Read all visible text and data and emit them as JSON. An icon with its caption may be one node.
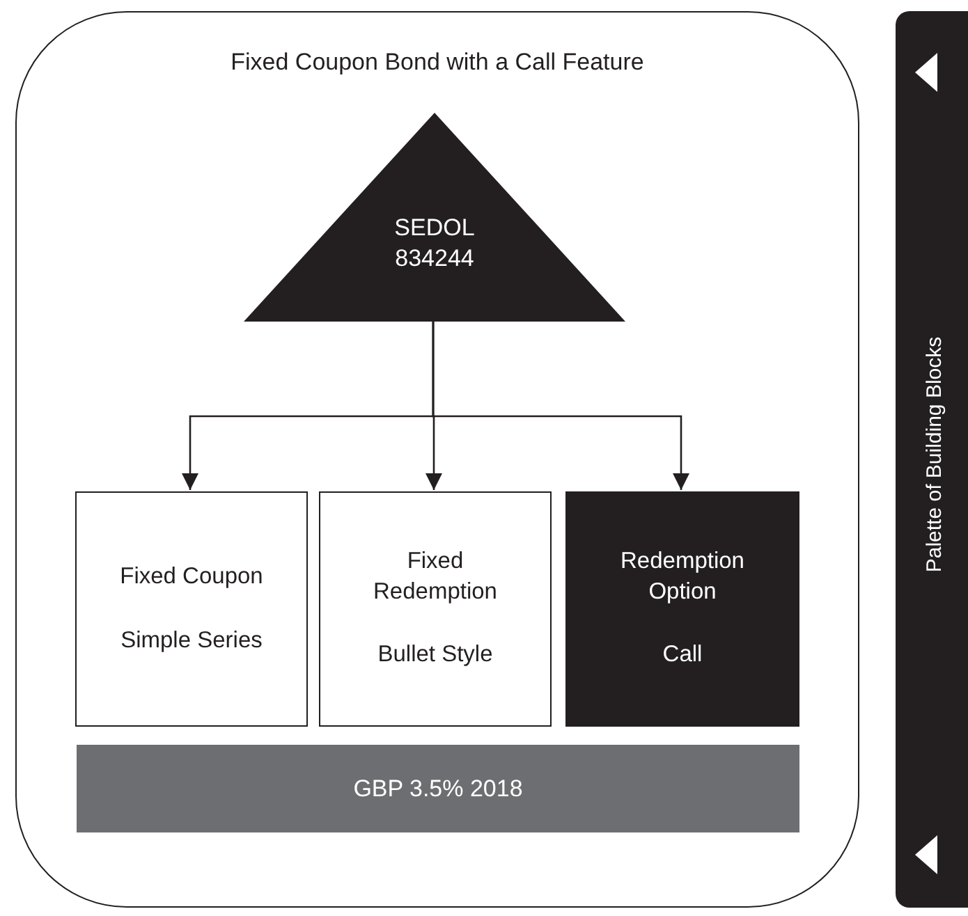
{
  "diagram": {
    "nodes": [
      {
        "text": [
          "Fixed Coupon Bond with a Call Feature"
        ]
      },
      {
        "text": [
          "SEDOL 834244"
        ],
        "in": 0
      },
      {
        "text": [
          "Fixed Coupon",
          "Simple Series"
        ],
        "in": 0
      },
      {
        "text": [
          "Fixed Redemption",
          "Bullet Style"
        ],
        "in": 0
      },
      {
        "text": [
          "Redemption Option",
          "Call"
        ],
        "in": 0
      },
      {
        "text": [
          "GBP 3.5% 2018"
        ],
        "in": 0
      },
      {
        "text": [
          "Palette of Building Blocks"
        ]
      }
    ],
    "edges": [
      {
        "from": 1,
        "to": 2,
        "arrow": "to"
      },
      {
        "from": 1,
        "to": 3,
        "arrow": "to"
      },
      {
        "from": 1,
        "to": 4,
        "arrow": "to"
      }
    ]
  }
}
